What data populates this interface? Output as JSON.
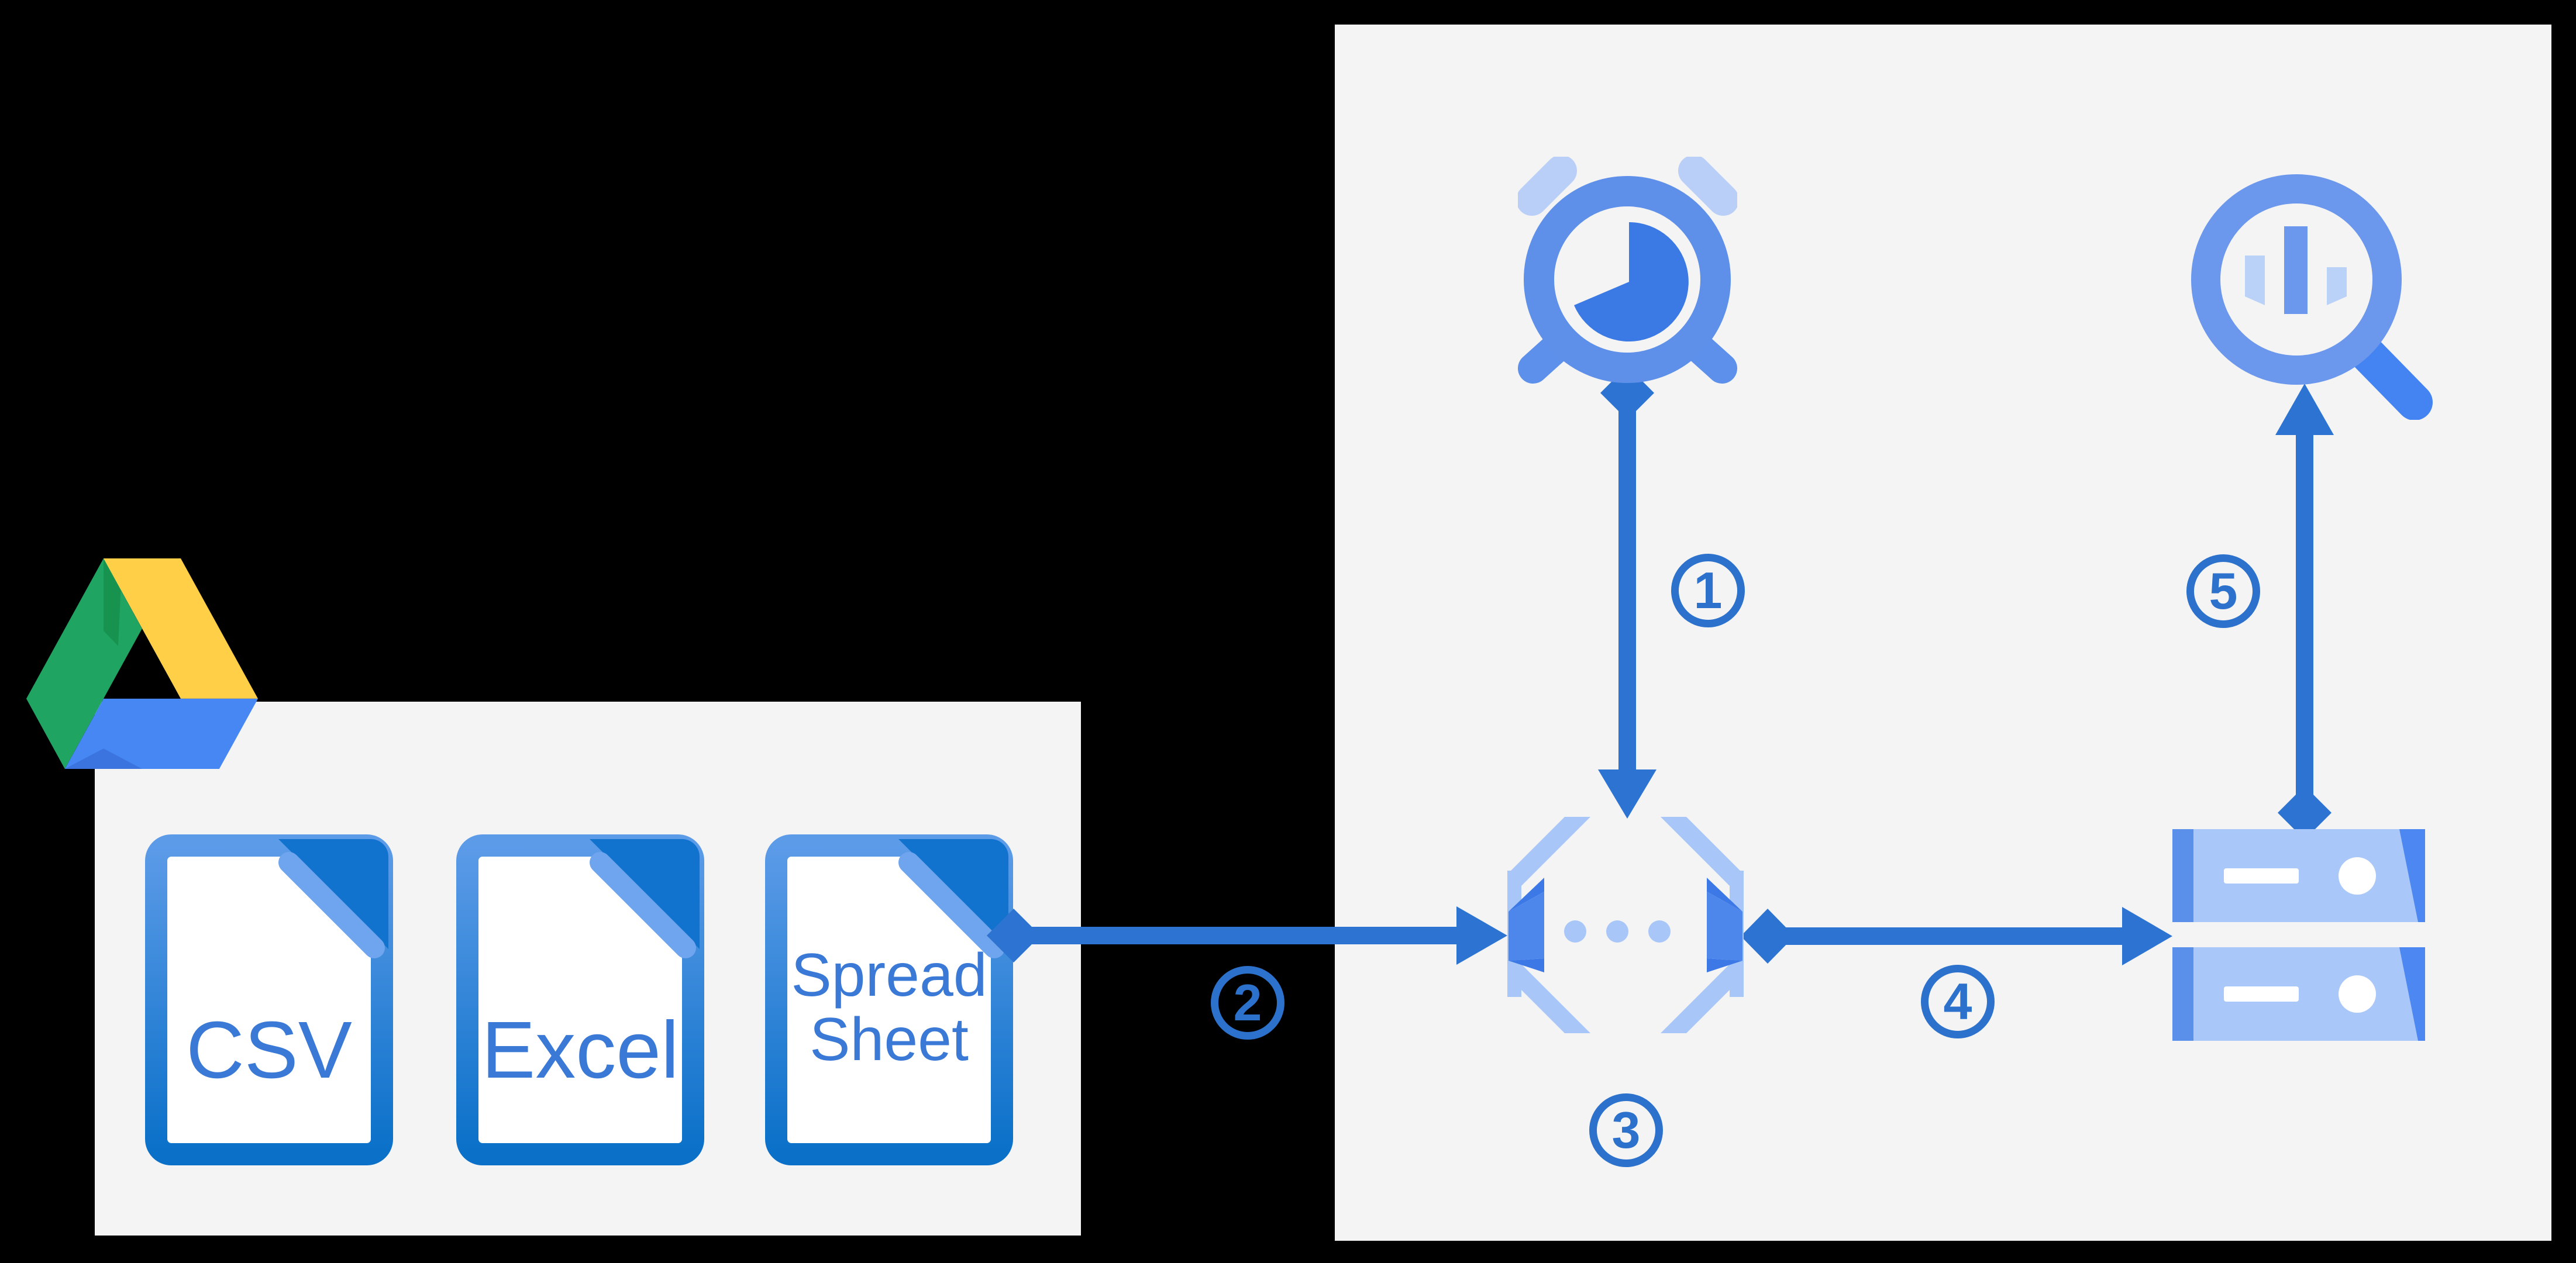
{
  "diagram": {
    "title": "Drive files to cloud pipeline diagram",
    "files": [
      {
        "label": "CSV"
      },
      {
        "label": "Excel"
      },
      {
        "label": "Spread\nSheet"
      }
    ],
    "steps": [
      {
        "label": "1"
      },
      {
        "label": "2"
      },
      {
        "label": "3"
      },
      {
        "label": "4"
      },
      {
        "label": "5"
      }
    ],
    "icons": {
      "drive": "google-drive-triangle-logo",
      "scheduler": "alarm-clock-icon",
      "functions": "code-braces-dots-icon",
      "database": "server-stack-icon",
      "monitoring": "magnifier-bar-chart-icon"
    },
    "colors": {
      "background": "#000000",
      "panel_gray": "#F4F4F5",
      "arrow_blue": "#2D74D2",
      "number_blue": "#2C72CC",
      "label_blue": "#3A79D6",
      "icon_light_blue": "#A8C6F8",
      "icon_medium_blue": "#4E87EC",
      "icon_dark_blue": "#1173CE",
      "drive_green": "#1FA462",
      "drive_yellow": "#FFCF48",
      "drive_blue": "#4687F4"
    }
  }
}
